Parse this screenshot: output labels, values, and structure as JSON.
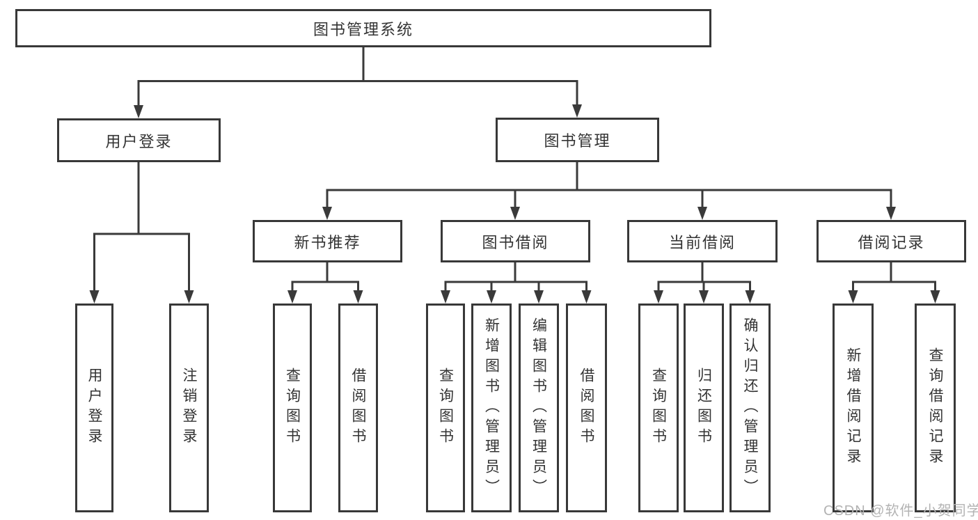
{
  "diagram": {
    "type": "hierarchy",
    "root": {
      "label": "图书管理系统",
      "children": [
        {
          "label": "用户登录",
          "children": [
            {
              "label": "用户登录"
            },
            {
              "label": "注销登录"
            }
          ]
        },
        {
          "label": "图书管理",
          "children": [
            {
              "label": "新书推荐",
              "children": [
                {
                  "label": "查询图书"
                },
                {
                  "label": "借阅图书"
                }
              ]
            },
            {
              "label": "图书借阅",
              "children": [
                {
                  "label": "查询图书"
                },
                {
                  "label": "新增图书（管理员）"
                },
                {
                  "label": "编辑图书（管理员）"
                },
                {
                  "label": "借阅图书"
                }
              ]
            },
            {
              "label": "当前借阅",
              "children": [
                {
                  "label": "查询图书"
                },
                {
                  "label": "归还图书"
                },
                {
                  "label": "确认归还（管理员）"
                }
              ]
            },
            {
              "label": "借阅记录",
              "children": [
                {
                  "label": "新增借阅记录"
                },
                {
                  "label": "查询借阅记录"
                }
              ]
            }
          ]
        }
      ]
    },
    "colors": {
      "line": "#3a3a3a",
      "box_border": "#383838",
      "box_fill": "#ffffff",
      "text": "#333333",
      "watermark": "#b3b3b3"
    }
  },
  "watermark": "CSDN @软件_小贺同学"
}
